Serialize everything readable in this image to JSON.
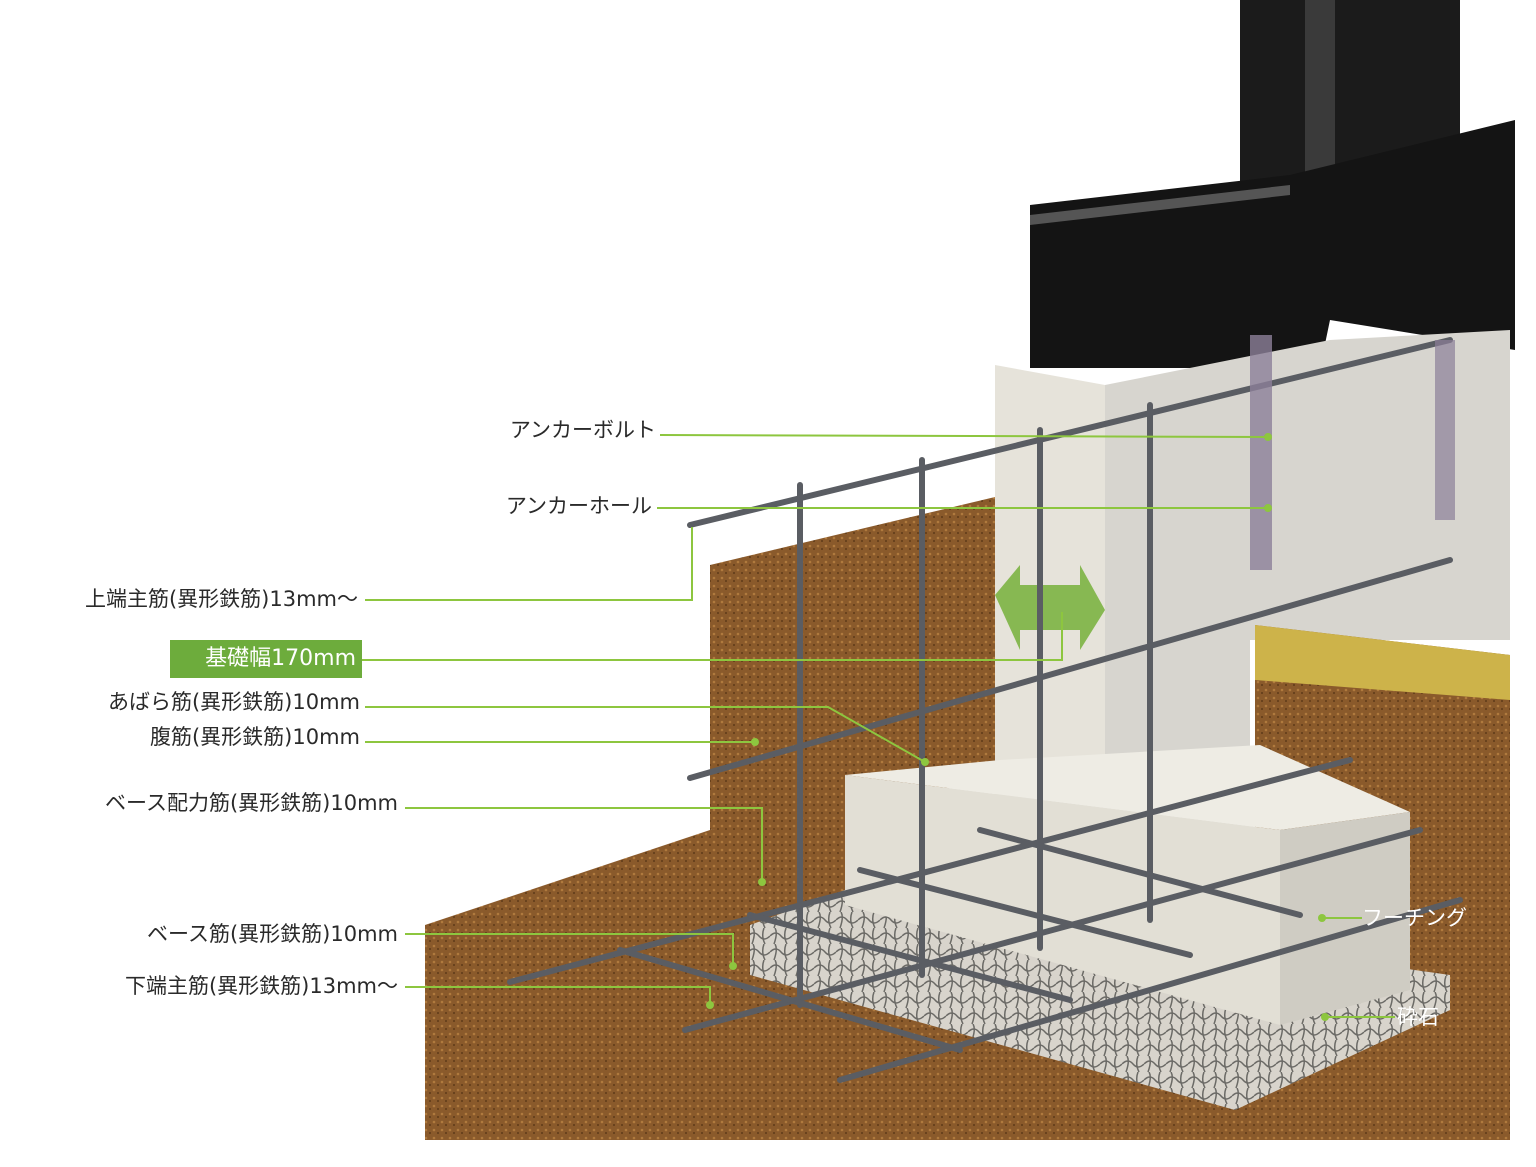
{
  "labels": {
    "anchor_bolt": "アンカーボルト",
    "anchor_hole": "アンカーホール",
    "top_main_rebar": "上端主筋(異形鉄筋)13mm〜",
    "foundation_width": "基礎幅170mm",
    "stirrup": "あばら筋(異形鉄筋)10mm",
    "web_rebar": "腹筋(異形鉄筋)10mm",
    "base_distribution_rebar": "ベース配力筋(異形鉄筋)10mm",
    "base_rebar": "ベース筋(異形鉄筋)10mm",
    "bottom_main_rebar": "下端主筋(異形鉄筋)13mm〜",
    "footing": "フーチング",
    "crushed_stone": "砕石"
  },
  "colors": {
    "leader": "#8dc63f",
    "highlight": "#6dac3c",
    "soil": "#8a5a2b",
    "concrete": "#e4e1d8",
    "steel": "#1a1a1a",
    "rebar": "#5a5d63"
  }
}
